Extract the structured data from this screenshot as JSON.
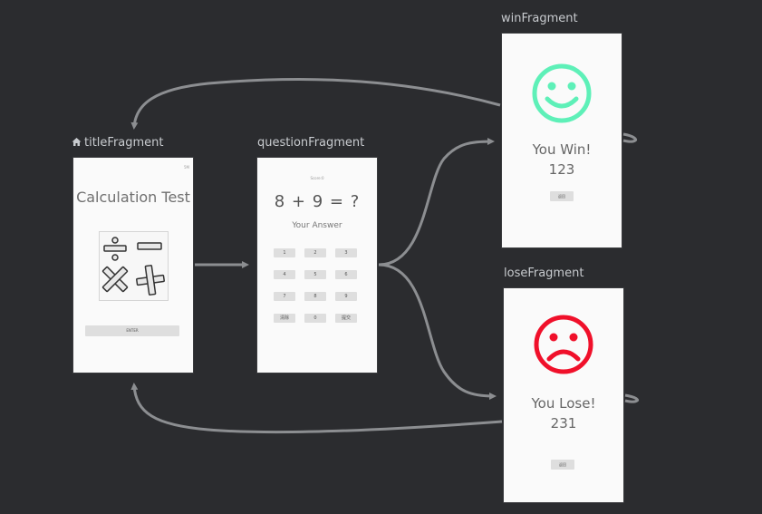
{
  "colors": {
    "canvas_bg": "#2b2c2f",
    "arrow": "#8c8e91",
    "win_face": "#5ef0b8",
    "lose_face": "#f0102a",
    "screen_bg": "#fafafa"
  },
  "destinations": {
    "title": {
      "label": "titleFragment",
      "is_start": true,
      "start_icon": "home-icon",
      "top_text": "5M",
      "heading": "Calculation Test",
      "image": "math-operators-image",
      "button_label": "ENTER"
    },
    "question": {
      "label": "questionFragment",
      "score_text": "Score:0",
      "equation": "8 + 9 = ?",
      "answer_label": "Your Answer",
      "keys": [
        [
          "1",
          "2",
          "3"
        ],
        [
          "4",
          "5",
          "6"
        ],
        [
          "7",
          "8",
          "9"
        ],
        [
          "清除",
          "0",
          "提交"
        ]
      ]
    },
    "win": {
      "label": "winFragment",
      "face_icon": "smiley-face-icon",
      "result": "You Win!",
      "score": "123",
      "button_label": "返回"
    },
    "lose": {
      "label": "loseFragment",
      "face_icon": "sad-face-icon",
      "result": "You Lose!",
      "score": "231",
      "button_label": "返回"
    }
  },
  "actions": [
    {
      "from": "title",
      "to": "question"
    },
    {
      "from": "question",
      "to": "win"
    },
    {
      "from": "question",
      "to": "lose"
    },
    {
      "from": "win",
      "to": "title"
    },
    {
      "from": "lose",
      "to": "title"
    }
  ]
}
